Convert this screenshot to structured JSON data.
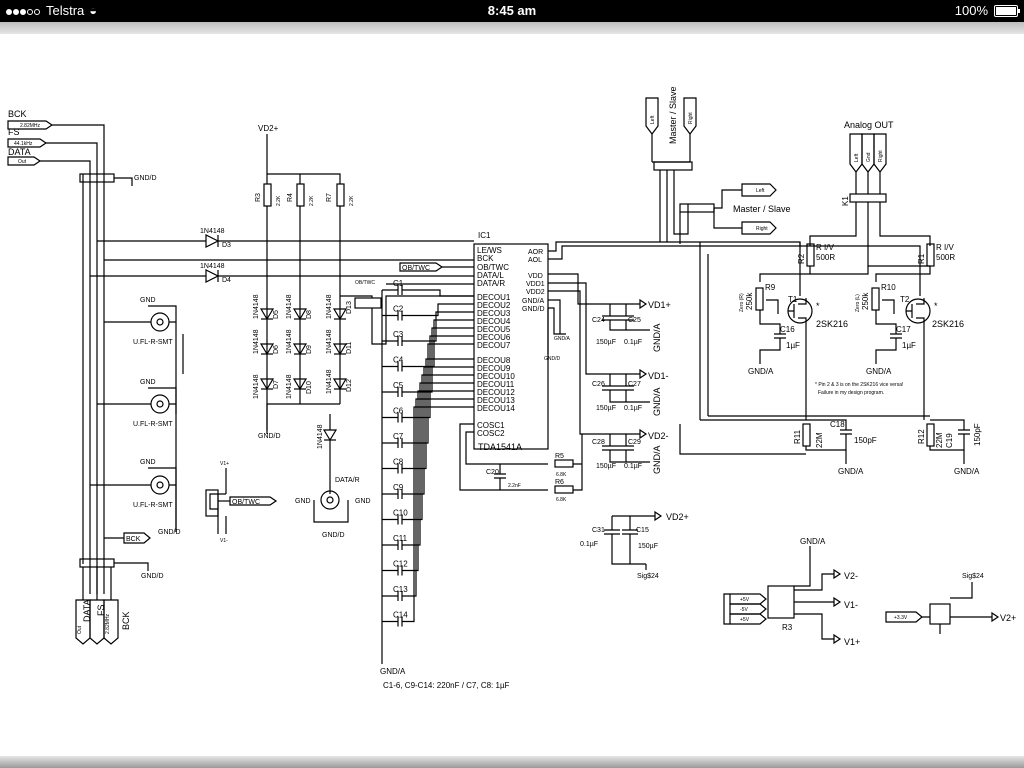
{
  "status_bar": {
    "carrier": "Telstra",
    "time": "8:45 am",
    "battery": "100%",
    "icons": [
      "signal-dots-icon",
      "wifi-icon",
      "battery-icon"
    ]
  },
  "schematic": {
    "inputs": {
      "bck": "BCK",
      "bck_tag": "2.82MHz",
      "fs": "FS",
      "fs_tag": "44.1kHz",
      "data": "DATA",
      "data_tag": "Out"
    },
    "bottom_outputs": {
      "data": "DATA",
      "data_tag": "Out",
      "fs": "FS",
      "fs_tag": "44.1kHz",
      "bck": "BCK",
      "bck_tag": "2.82MHz",
      "bck_box": "BCK"
    },
    "gnd_d": "GND/D",
    "gnd_a": "GND/A",
    "vd2p": "VD2+",
    "vd1p": "VD1+",
    "vd1m": "VD1-",
    "vd2m": "VD2-",
    "v2m": "V2-",
    "v1m": "V1-",
    "v1p": "V1+",
    "v1p_small": "V1+",
    "v1m_small": "V1-",
    "v2p": "V2+",
    "gnd": "GND",
    "connectors": {
      "ufl1": "U.FL-R-SMT",
      "ufl2": "U.FL-R-SMT",
      "ufl3": "U.FL-R-SMT"
    },
    "data_r": "DATA/R",
    "ob_twc": "OB/TWC",
    "ob_twc2": "OB/TWC",
    "diode_type": "1N4148",
    "diodes": {
      "d3": "D3",
      "d4": "D4",
      "d5": "D5",
      "d6": "D6",
      "d7": "D7",
      "d8": "D8",
      "d9": "D9",
      "d10": "D10",
      "d11": "D11",
      "d12": "D12",
      "d13": "D13"
    },
    "resistors_left": {
      "r3": "R3",
      "r4": "R4",
      "r7": "R7",
      "value": "2.2K"
    },
    "ic": {
      "name": "IC1",
      "part": "TDA1541A",
      "left_pins": [
        "LE/WS",
        "BCK",
        "OB/TWC",
        "DATA/L",
        "DATA/R",
        "DECOU1",
        "DECOU2",
        "DECOU3",
        "DECOU4",
        "DECOU5",
        "DECOU6",
        "DECOU7",
        "DECOU8",
        "DECOU9",
        "DECOU10",
        "DECOU11",
        "DECOU12",
        "DECOU13",
        "DECOU14",
        "COSC1",
        "COSC2"
      ],
      "right_pins": [
        "AOR",
        "AOL",
        "VDD",
        "VDD1",
        "VDD2",
        "GND/A",
        "GND/D"
      ]
    },
    "caps_left": [
      "C1",
      "C2",
      "C3",
      "C4",
      "C5",
      "C6",
      "C7",
      "C8",
      "C9",
      "C10",
      "C11",
      "C12",
      "C13",
      "C14"
    ],
    "caps_note": "C1-6, C9-C14: 220nF / C7, C8: 1µF",
    "c20": "C20",
    "c20_val": "2.2nF",
    "r5": "R5",
    "r6": "R6",
    "r56_val": "6.8K",
    "supply_caps": {
      "c24": "C24",
      "c25": "C25",
      "c26": "C26",
      "c27": "C27",
      "c28": "C28",
      "c29": "C29",
      "big": "150µF",
      "small": "0.1µF"
    },
    "c31": "C31",
    "c15": "C15",
    "c31_val": "0.1µF",
    "c15_val": "150µF",
    "sig_s24": "Sig$24",
    "sig_s24_2": "Sig$24",
    "master_slave": "Master / Slave",
    "master_slave2": "Master / Slave",
    "left": "Left",
    "right": "Right",
    "analog_out": "Analog OUT",
    "k1": "K1",
    "out_labels": {
      "left": "Left",
      "gnd": "Gnd",
      "right": "Right"
    },
    "r2": "R2",
    "r1": "R1",
    "riv": "R I/V",
    "riv_val": "500R",
    "r9": "R9",
    "r10": "R10",
    "pot_val": "250k",
    "zero_r": "Zero (R)",
    "zero_l": "Zero (L)",
    "t1": "T1",
    "t2": "T2",
    "jfet": "2SK216",
    "c16": "C16",
    "c17": "C17",
    "c1617_val": "1µF",
    "note1": "* Pin 2 & 3 is on the 2SK216 vice versa!",
    "note2": "Failure in my design program.",
    "star": "*",
    "r11": "R11",
    "r12": "R12",
    "r1112_val": "22M",
    "c18": "C18",
    "c19": "C19",
    "c1819_val": "150pF",
    "r3_reg": "R3",
    "reg_pins": {
      "p1": "+5V",
      "p2": "-5V",
      "p3": "+5V"
    },
    "reg2_pin": "+3.3V"
  }
}
